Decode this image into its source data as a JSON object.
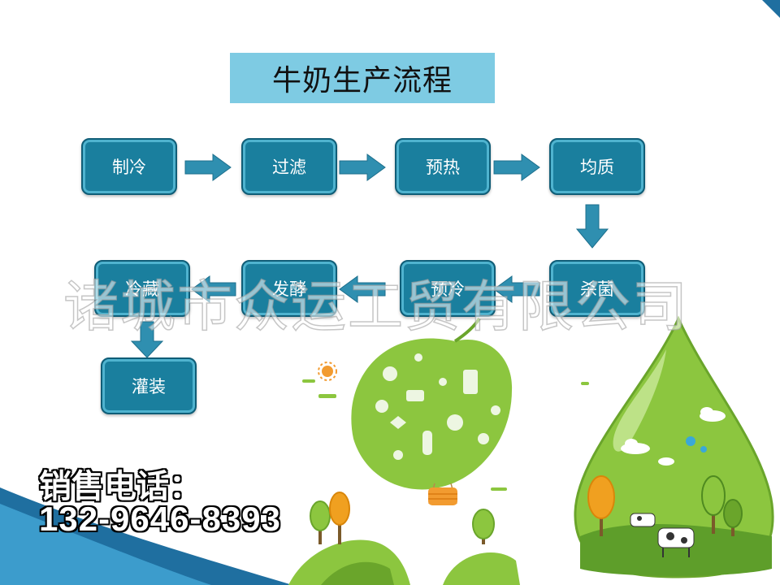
{
  "title": "牛奶生产流程",
  "steps": [
    {
      "label": "制冷"
    },
    {
      "label": "过滤"
    },
    {
      "label": "预热"
    },
    {
      "label": "均质"
    },
    {
      "label": "杀菌"
    },
    {
      "label": "预冷"
    },
    {
      "label": "发酵"
    },
    {
      "label": "冷藏"
    },
    {
      "label": "灌装"
    }
  ],
  "watermark": "诸城市众运工贸有限公司",
  "contact": {
    "label": "销售电话：",
    "phone": "132-9646-8393"
  },
  "colors": {
    "step_fill": "#1a7f9e",
    "step_border": "#0f5d77",
    "title_bg": "#7ecbe3",
    "arrow": "#2f8fb0",
    "green": "#8cc63f"
  }
}
